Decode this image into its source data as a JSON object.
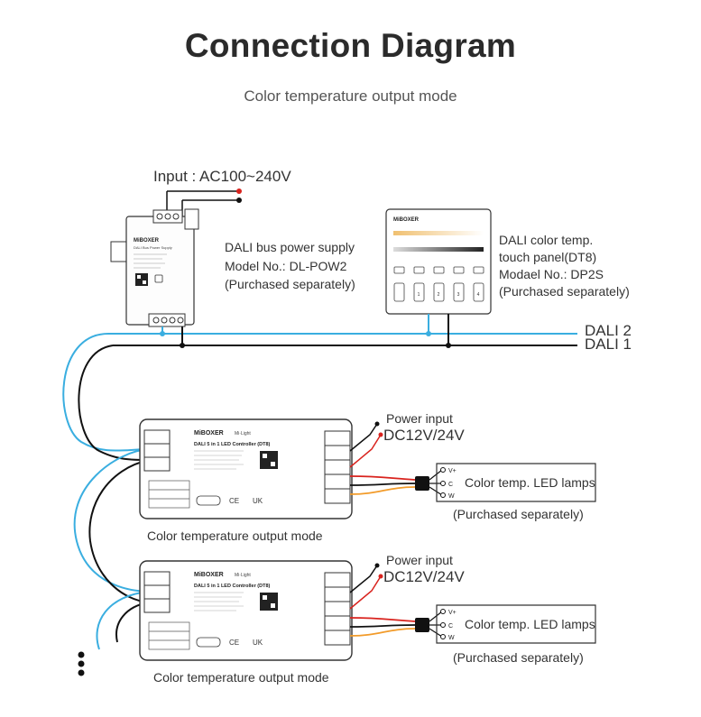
{
  "title": "Connection Diagram",
  "subtitle": "Color temperature output mode",
  "input_label": "Input : AC100~240V",
  "power_supply": {
    "lines": [
      "DALI bus power supply",
      "Model No.: DL-POW2",
      "(Purchased separately)"
    ],
    "device_brand": "MiBOXER",
    "device_text": "DALI Bus Power Supply"
  },
  "panel": {
    "lines": [
      "DALI color temp.",
      "touch panel(DT8)",
      "Modael No.: DP2S",
      "(Purchased separately)"
    ],
    "device_brand": "MiBOXER",
    "keys": [
      "1",
      "2",
      "3",
      "4"
    ]
  },
  "bus": {
    "dali2": "DALI 2",
    "dali1": "DALI 1"
  },
  "controllers": [
    {
      "brand": "MiBOXER",
      "sub": "Mi·Light",
      "name": "DALI 5 in 1 LED Controller (DT8)",
      "power_input": "Power input",
      "voltage": "DC12V/24V",
      "lamp_label": "Color temp. LED lamps",
      "lamp_pins": [
        "V+",
        "C",
        "W"
      ],
      "purchased": "(Purchased separately)",
      "mode_label": "Color temperature output mode"
    },
    {
      "brand": "MiBOXER",
      "sub": "Mi·Light",
      "name": "DALI 5 in 1 LED Controller (DT8)",
      "power_input": "Power input",
      "voltage": "DC12V/24V",
      "lamp_label": "Color temp. LED lamps",
      "lamp_pins": [
        "V+",
        "C",
        "W"
      ],
      "purchased": "(Purchased separately)",
      "mode_label": "Color temperature output mode"
    }
  ],
  "colors": {
    "dali_blue": "#3aaee0",
    "wire_black": "#111111",
    "wire_red": "#d9231e",
    "wire_orange": "#f29b2a",
    "device_stroke": "#333333"
  }
}
